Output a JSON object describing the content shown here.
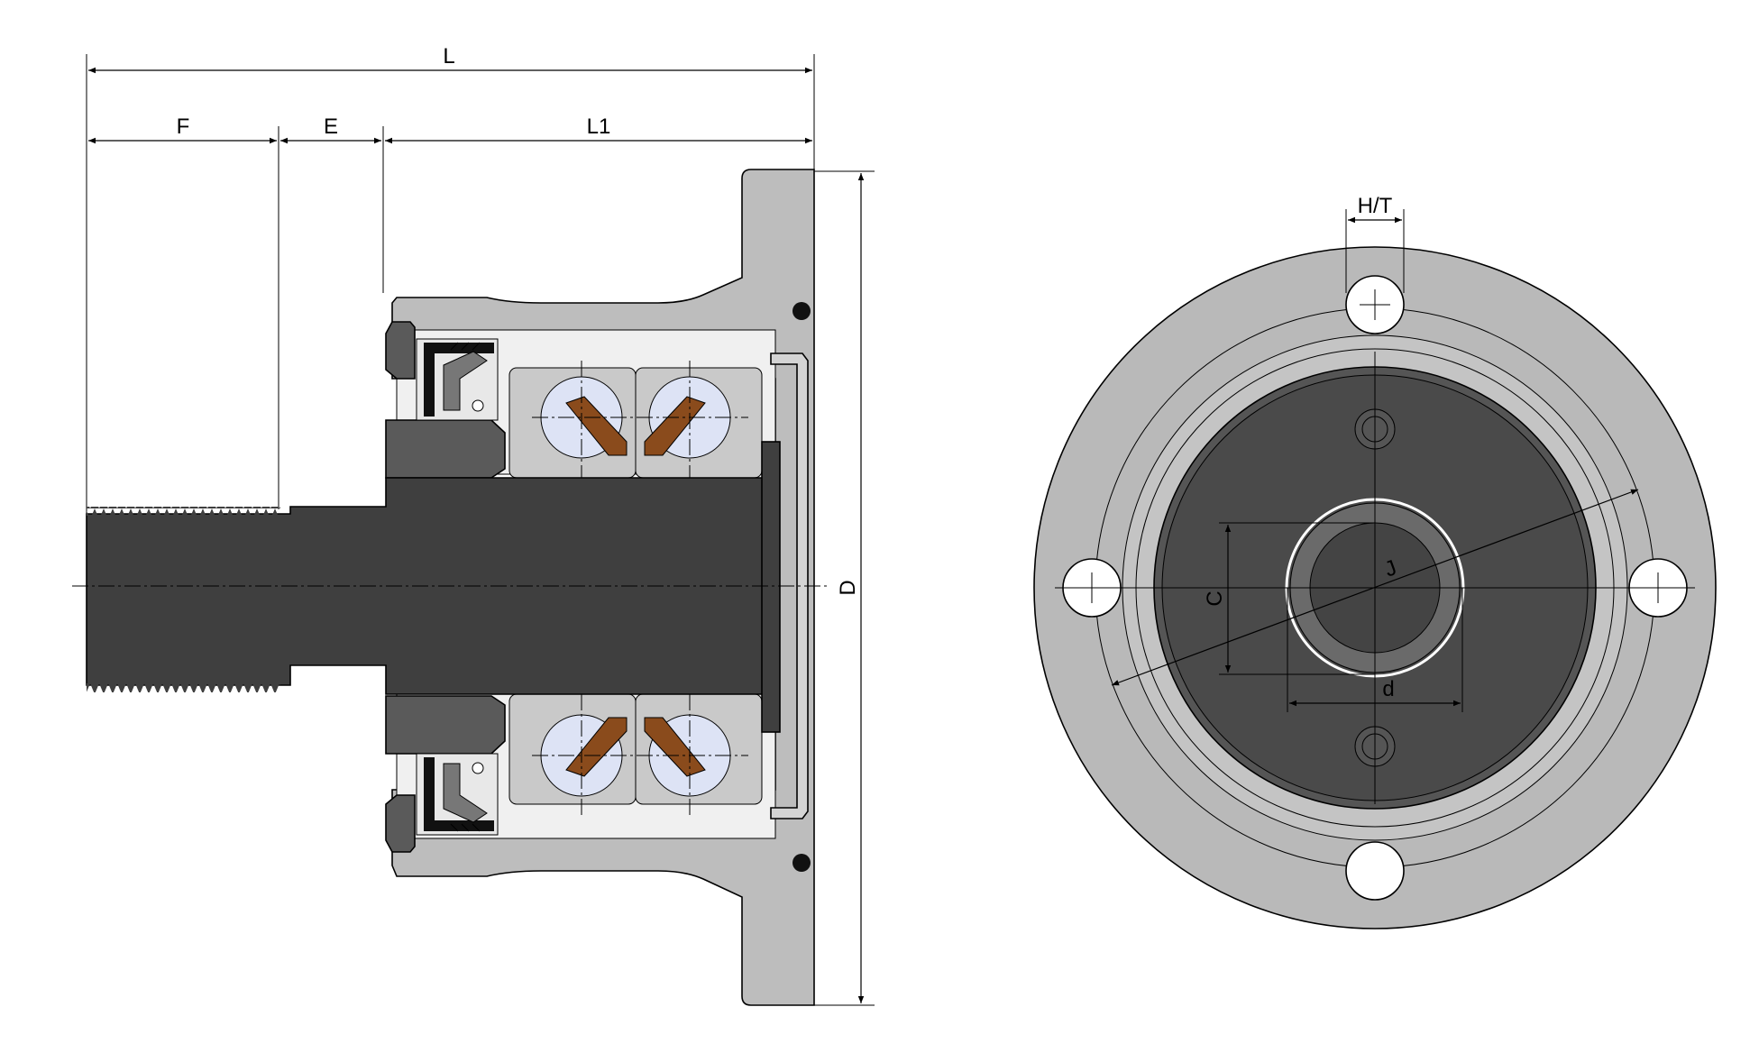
{
  "dimensions": {
    "L": "L",
    "F": "F",
    "E": "E",
    "L1": "L1",
    "D": "D",
    "HT": "H/T",
    "C": "C",
    "J": "J",
    "d": "d"
  },
  "colors": {
    "housing": "#bdbdbd",
    "shaft": "#3f3f3f",
    "dark_parts": "#5a5a5a",
    "ball": "#dde3f5",
    "cage": "#8a4b1c",
    "front_flange": "#b9b9b9",
    "front_inner": "#555555",
    "front_core": "#444444",
    "bolt_hole": "#ffffff"
  }
}
